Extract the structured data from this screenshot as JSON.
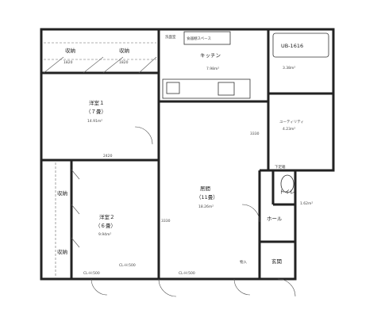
{
  "rooms": {
    "closet_top_left": "収納",
    "closet_top_right": "収納",
    "washroom": "洗面室",
    "pantry": "食器棚スペース",
    "kitchen": "キッチン",
    "kitchen_area": "7.98m²",
    "unit_bath": "UB-1616",
    "bath_area": "3.38m²",
    "western1": "洋室１",
    "western1_tatami": "（７畳）",
    "western1_area": "14.91m²",
    "utility": "ユーティリティ",
    "utility_area": "4.23m²",
    "western2": "洋室２",
    "western2_tatami": "（６畳）",
    "western2_area": "9.94m²",
    "living": "居間",
    "living_tatami": "（11畳）",
    "living_area": "18.26m²",
    "toilet": "トイレ",
    "toilet_area": "1.62m²",
    "hall": "ホール",
    "entrance": "玄関",
    "closet_left_upper": "収納",
    "closet_left_lower": "収納",
    "storage_small": "物入",
    "shoebox": "下足箱"
  },
  "dimensions": {
    "d1": "1820",
    "d2": "1820",
    "d3": "2420",
    "d4": "3330",
    "d5": "3330",
    "d6": "CL-H:500",
    "d7": "CL-H:500",
    "d8": "CL-H:500"
  }
}
